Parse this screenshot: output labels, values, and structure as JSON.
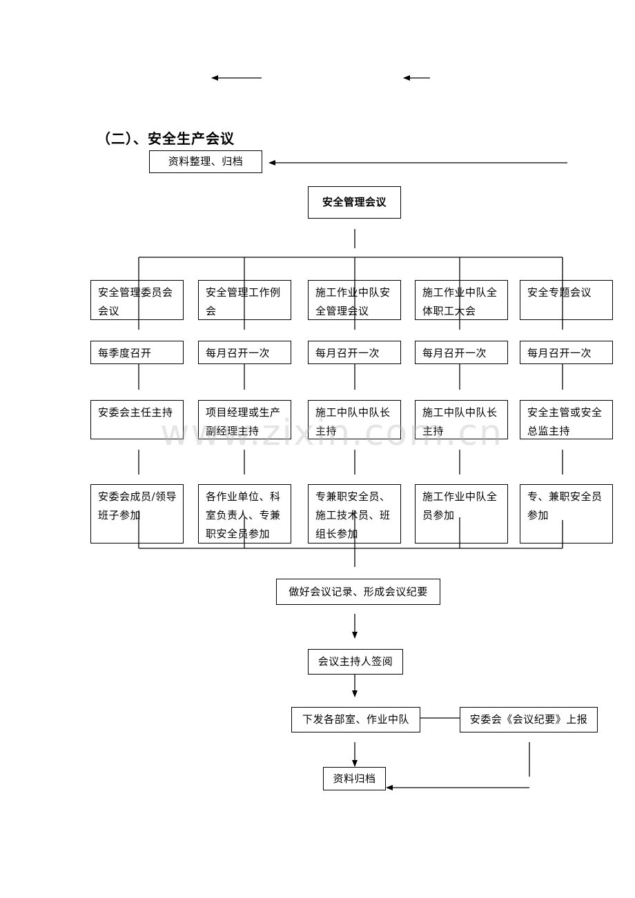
{
  "section_title": "（二）、安全生产会议",
  "archive_top": "资料整理、归档",
  "root": "安全管理会议",
  "columns": [
    {
      "meeting": "安全管理委员会会议",
      "frequency": "每季度召开",
      "host": "安委会主任主持",
      "participants": "安委会成员/领导班子参加"
    },
    {
      "meeting": "安全管理工作例会",
      "frequency": "每月召开一次",
      "host": "项目经理或生产副经理主持",
      "participants": "各作业单位、科室负责人、专兼职安全员参加"
    },
    {
      "meeting": "施工作业中队安全管理会议",
      "frequency": "每月召开一次",
      "host": "施工中队中队长主持",
      "participants": "专兼职安全员、施工技术员、班组长参加"
    },
    {
      "meeting": "施工作业中队全体职工大会",
      "frequency": "每月召开一次",
      "host": "施工中队中队长主持",
      "participants": "施工作业中队全员参加"
    },
    {
      "meeting": "安全专题会议",
      "frequency": "每月召开一次",
      "host": "安全主管或安全总监主持",
      "participants": "专、兼职安全员参加"
    }
  ],
  "record": "做好会议记录、形成会议纪要",
  "sign": "会议主持人签阅",
  "distribute": "下发各部室、作业中队",
  "report": "安委会《会议纪要》上报",
  "archive_bottom": "资料归档",
  "watermark": "www.zixin.com.cn"
}
